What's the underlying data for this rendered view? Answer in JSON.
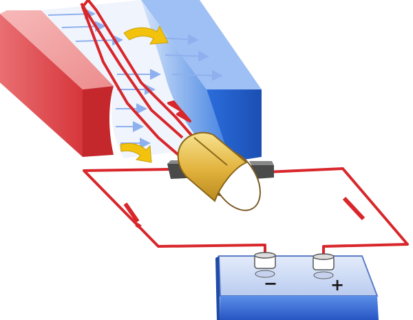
{
  "diagram": {
    "components": [
      {
        "id": "magnet-north",
        "kind": "permanent magnet pole",
        "color": "#d9373a"
      },
      {
        "id": "magnet-south",
        "kind": "permanent magnet pole",
        "color": "#2d6fd8"
      },
      {
        "id": "armature-coil",
        "kind": "rotating wire loop",
        "color": "#d8262b"
      },
      {
        "id": "commutator",
        "kind": "split-ring commutator",
        "color": "#e2b844"
      },
      {
        "id": "brushes",
        "kind": "carbon brushes",
        "color": "#4a4a4a"
      },
      {
        "id": "battery",
        "kind": "DC power source",
        "color": "#2f67d8"
      }
    ],
    "field_lines": {
      "color": "#8fb0ee",
      "direction": "left-to-right"
    },
    "rotation_arrows": {
      "color": "#f2c20d"
    },
    "circuit_wire_color": "#d8262b",
    "battery": {
      "negative_label": "−",
      "positive_label": "+"
    }
  }
}
